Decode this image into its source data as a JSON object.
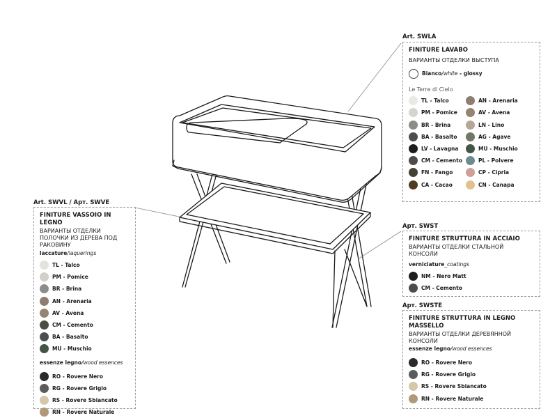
{
  "sections": {
    "swla": {
      "art": "Art. SWLA",
      "title": "FINITURE LAVABO",
      "ru": "ВАРИАНТЫ ОТДЕЛКИ ВЫСТУПА",
      "white": {
        "name": "Bianco",
        "sep": "/",
        "alt": "white",
        "suffix": " - glossy",
        "color": "#ffffff"
      },
      "terre_label": "Le Terre di Cielo",
      "left": [
        {
          "label": "TL - Talco",
          "color": "#ebe9e4"
        },
        {
          "label": "PM - Pomice",
          "color": "#d6d4cc"
        },
        {
          "label": "BR - Brina",
          "color": "#8c8c8a"
        },
        {
          "label": "BA - Basalto",
          "color": "#4c4d50"
        },
        {
          "label": "LV - Lavagna",
          "color": "#1d1d1e"
        },
        {
          "label": "CM - Cemento",
          "color": "#4f4c47"
        },
        {
          "label": "FN - Fango",
          "color": "#454036"
        },
        {
          "label": "CA - Cacao",
          "color": "#4f3c22"
        }
      ],
      "right": [
        {
          "label": "AN - Arenaria",
          "color": "#8e7e72"
        },
        {
          "label": "AV - Avena",
          "color": "#948472"
        },
        {
          "label": "LN - Lino",
          "color": "#b5a797"
        },
        {
          "label": "AG - Agave",
          "color": "#717865"
        },
        {
          "label": "MU - Muschio",
          "color": "#445447"
        },
        {
          "label": "PL - Polvere",
          "color": "#6d8c92"
        },
        {
          "label": "CP - Cipria",
          "color": "#d09f97"
        },
        {
          "label": "CN - Canapa",
          "color": "#e1c28e"
        }
      ]
    },
    "swvl": {
      "art": "Art. SWVL / Арт. SWVE",
      "title": "FINITURE VASSOIO IN LEGNO",
      "ru": "ВАРИАНТЫ ОТДЕЛКИ ПОЛОЧКИ ИЗ ДЕРЕВА ПОД РАКОВИНУ",
      "lacq": {
        "name": "laccature",
        "sep": "/",
        "alt": "laquerings"
      },
      "lacq_items": [
        {
          "label": "TL - Talco",
          "color": "#e4e2dd"
        },
        {
          "label": "PM - Pomice",
          "color": "#d2d0c8"
        },
        {
          "label": "BR - Brina",
          "color": "#8c8c8a"
        },
        {
          "label": "AN - Arenaria",
          "color": "#8e7e72"
        },
        {
          "label": "AV - Avena",
          "color": "#948472"
        },
        {
          "label": "CM - Cemento",
          "color": "#4f4c47"
        },
        {
          "label": "BA - Basalto",
          "color": "#4c4d50"
        },
        {
          "label": "MU - Muschio",
          "color": "#445447"
        }
      ],
      "wood": {
        "name": "essenze legno",
        "sep": "/",
        "alt": "wood essences"
      },
      "wood_items": [
        {
          "label": "RO - Rovere Nero",
          "color": "#2a2a2a"
        },
        {
          "label": "RG - Rovere Grigio",
          "color": "#5c5c5c"
        },
        {
          "label": "RS - Rovere Sbiancato",
          "color": "#d5c7a9"
        },
        {
          "label": "RN - Rovere Naturale",
          "color": "#b09878"
        }
      ]
    },
    "swst": {
      "art": "Арт. SWST",
      "title": "FINITURE STRUTTURA IN ACCIAIO",
      "ru": "ВАРИАНТЫ ОТДЕЛКИ СТАЛЬНОЙ КОНСОЛИ",
      "vern": {
        "name": "verniciature",
        "sep": "_",
        "alt": "coatings"
      },
      "items": [
        {
          "label": "NM - Nero Matt",
          "color": "#1e1e1e"
        },
        {
          "label": "CM - Cemento",
          "color": "#4f4c47"
        }
      ]
    },
    "swste": {
      "art": "Арт. SWSTE",
      "title": "FINITURE STRUTTURA IN LEGNO MASSELLO",
      "ru": "ВАРИАНТЫ ОТДЕЛКИ ДЕРЕВЯННОЙ КОНСОЛИ",
      "wood": {
        "name": "essenze legno",
        "sep": "/",
        "alt": "wood essences"
      },
      "items": [
        {
          "label": "RO - Rovere Nero",
          "color": "#2a2a2a"
        },
        {
          "label": "RG - Rovere Grigio",
          "color": "#5c5c5c"
        },
        {
          "label": "RS - Rovere Sbiancato",
          "color": "#d5c7a9"
        },
        {
          "label": "RN - Rovere Naturale",
          "color": "#b09878"
        }
      ]
    }
  }
}
